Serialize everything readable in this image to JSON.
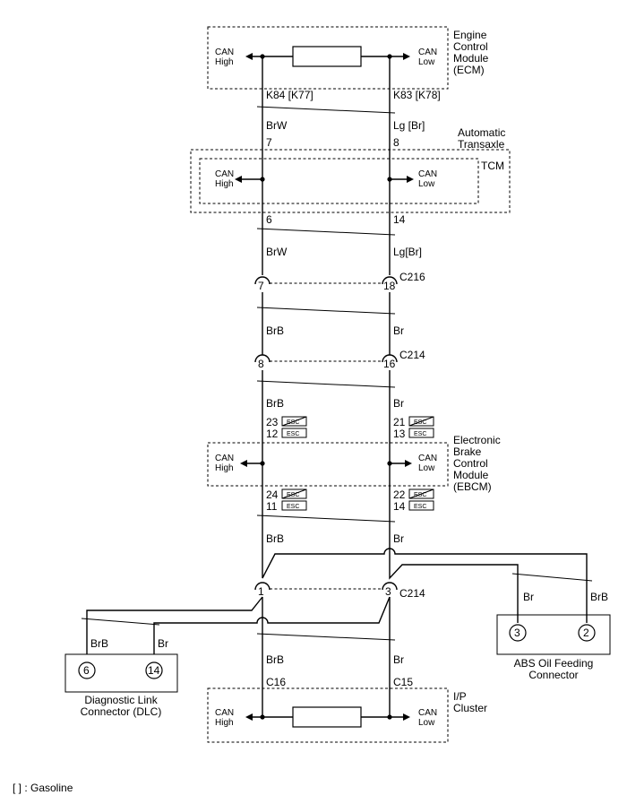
{
  "modules": {
    "ecm": {
      "line1": "Engine",
      "line2": "Control",
      "line3": "Module",
      "line4": "(ECM)"
    },
    "tcm": {
      "top1": "Automatic",
      "top2": "Transaxle",
      "name": "TCM"
    },
    "ebcm": {
      "line1": "Electronic",
      "line2": "Brake",
      "line3": "Control",
      "line4": "Module",
      "line5": "(EBCM)"
    },
    "ip": {
      "line1": "I/P",
      "line2": "Cluster"
    },
    "dlc": {
      "line1": "Diagnostic Link",
      "line2": "Connector (DLC)",
      "pin_a": "6",
      "pin_b": "14"
    },
    "abs": {
      "line1": "ABS Oil Feeding",
      "line2": "Connector",
      "pin_a": "3",
      "pin_b": "2"
    }
  },
  "can": {
    "high1": "CAN",
    "high2": "High",
    "low1": "CAN",
    "low2": "Low"
  },
  "wires": {
    "ecm_high_pin": "K84 [K77]",
    "ecm_low_pin": "K83 [K78]",
    "brw": "BrW",
    "lg_br_spaced": "Lg [Br]",
    "lg_br": "Lg[Br]",
    "brb": "BrB",
    "br": "Br",
    "tcm_high_in": "7",
    "tcm_low_in": "8",
    "tcm_high_out": "6",
    "tcm_low_out": "14"
  },
  "connectors": {
    "c216": {
      "name": "C216",
      "left_pin": "7",
      "right_pin": "18"
    },
    "c214a": {
      "name": "C214",
      "left_pin": "8",
      "right_pin": "16"
    },
    "c214b": {
      "name": "C214",
      "left_pin": "1",
      "right_pin": "3"
    }
  },
  "ebcm_pins": {
    "high_in_1": "23",
    "high_in_2": "12",
    "low_in_1": "21",
    "low_in_2": "13",
    "high_out_1": "24",
    "high_out_2": "11",
    "low_out_1": "22",
    "low_out_2": "14",
    "esc": "ESC"
  },
  "cluster_pins": {
    "high": "C16",
    "low": "C15"
  },
  "legend": "[  ] : Gasoline"
}
